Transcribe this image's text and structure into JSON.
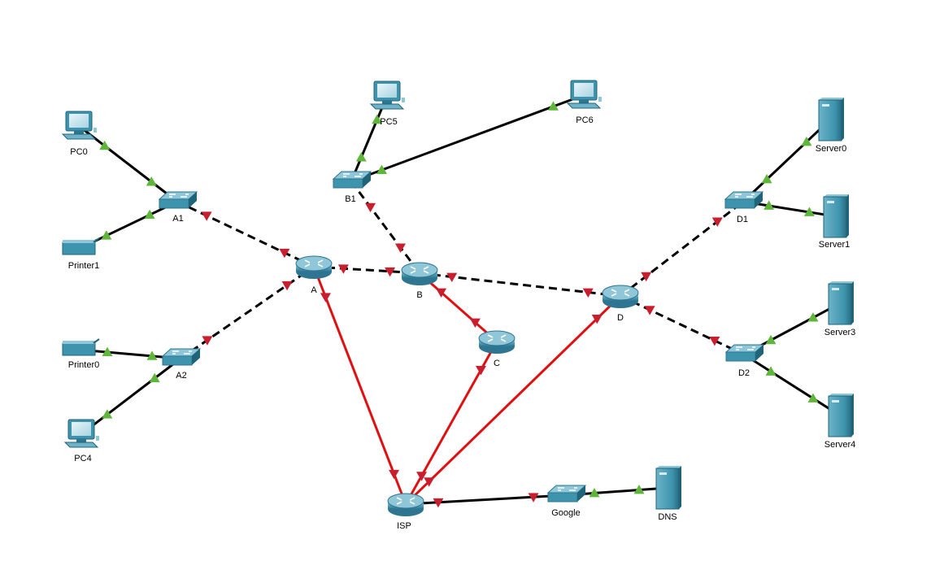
{
  "colors": {
    "background": "#ffffff",
    "link_black": "#000000",
    "link_red": "#e01010",
    "link_up": "#5fb63a",
    "link_down": "#c81e2e",
    "device_teal": "#3e94ad",
    "device_dark": "#1f6478"
  },
  "devices": [
    {
      "id": "pc0",
      "type": "pc",
      "label": "PC0"
    },
    {
      "id": "printer1",
      "type": "printer",
      "label": "Printer1"
    },
    {
      "id": "a1",
      "type": "switch",
      "label": "A1"
    },
    {
      "id": "printer0",
      "type": "printer",
      "label": "Printer0"
    },
    {
      "id": "pc4",
      "type": "pc",
      "label": "PC4"
    },
    {
      "id": "a2",
      "type": "switch",
      "label": "A2"
    },
    {
      "id": "routerA",
      "type": "router",
      "label": "A"
    },
    {
      "id": "pc5",
      "type": "pc",
      "label": "PC5"
    },
    {
      "id": "pc6",
      "type": "pc",
      "label": "PC6"
    },
    {
      "id": "b1",
      "type": "switch",
      "label": "B1"
    },
    {
      "id": "routerB",
      "type": "router",
      "label": "B"
    },
    {
      "id": "routerC",
      "type": "router",
      "label": "C"
    },
    {
      "id": "routerD",
      "type": "router",
      "label": "D"
    },
    {
      "id": "d1",
      "type": "switch",
      "label": "D1"
    },
    {
      "id": "d2",
      "type": "switch",
      "label": "D2"
    },
    {
      "id": "server0",
      "type": "server",
      "label": "Server0"
    },
    {
      "id": "server1",
      "type": "server",
      "label": "Server1"
    },
    {
      "id": "server3",
      "type": "server",
      "label": "Server3"
    },
    {
      "id": "server4",
      "type": "server",
      "label": "Server4"
    },
    {
      "id": "isp",
      "type": "router",
      "label": "ISP"
    },
    {
      "id": "google",
      "type": "switch",
      "label": "Google"
    },
    {
      "id": "dns",
      "type": "server",
      "label": "DNS"
    }
  ],
  "links": [
    {
      "from": "pc0",
      "to": "a1",
      "style": "solid",
      "color": "black",
      "status": "up"
    },
    {
      "from": "printer1",
      "to": "a1",
      "style": "solid",
      "color": "black",
      "status": "up"
    },
    {
      "from": "a1",
      "to": "routerA",
      "style": "dashed",
      "color": "black",
      "status": "down"
    },
    {
      "from": "printer0",
      "to": "a2",
      "style": "solid",
      "color": "black",
      "status": "up"
    },
    {
      "from": "pc4",
      "to": "a2",
      "style": "solid",
      "color": "black",
      "status": "up"
    },
    {
      "from": "a2",
      "to": "routerA",
      "style": "dashed",
      "color": "black",
      "status": "down"
    },
    {
      "from": "pc5",
      "to": "b1",
      "style": "solid",
      "color": "black",
      "status": "up"
    },
    {
      "from": "pc6",
      "to": "b1",
      "style": "solid",
      "color": "black",
      "status": "up"
    },
    {
      "from": "b1",
      "to": "routerB",
      "style": "dashed",
      "color": "black",
      "status": "down"
    },
    {
      "from": "routerA",
      "to": "routerB",
      "style": "dashed",
      "color": "black",
      "status": "down"
    },
    {
      "from": "routerB",
      "to": "routerD",
      "style": "dashed",
      "color": "black",
      "status": "down"
    },
    {
      "from": "routerB",
      "to": "routerC",
      "style": "solid",
      "color": "red",
      "status": "down"
    },
    {
      "from": "routerA",
      "to": "isp",
      "style": "solid",
      "color": "red",
      "status": "down"
    },
    {
      "from": "routerC",
      "to": "isp",
      "style": "solid",
      "color": "red",
      "status": "down"
    },
    {
      "from": "routerD",
      "to": "isp",
      "style": "solid",
      "color": "red",
      "status": "down"
    },
    {
      "from": "routerD",
      "to": "d1",
      "style": "dashed",
      "color": "black",
      "status": "down"
    },
    {
      "from": "routerD",
      "to": "d2",
      "style": "dashed",
      "color": "black",
      "status": "down"
    },
    {
      "from": "d1",
      "to": "server0",
      "style": "solid",
      "color": "black",
      "status": "up"
    },
    {
      "from": "d1",
      "to": "server1",
      "style": "solid",
      "color": "black",
      "status": "up"
    },
    {
      "from": "d2",
      "to": "server3",
      "style": "solid",
      "color": "black",
      "status": "up"
    },
    {
      "from": "d2",
      "to": "server4",
      "style": "solid",
      "color": "black",
      "status": "up"
    },
    {
      "from": "isp",
      "to": "google",
      "style": "solid",
      "color": "black",
      "status": "down"
    },
    {
      "from": "google",
      "to": "dns",
      "style": "solid",
      "color": "black",
      "status": "up"
    }
  ]
}
